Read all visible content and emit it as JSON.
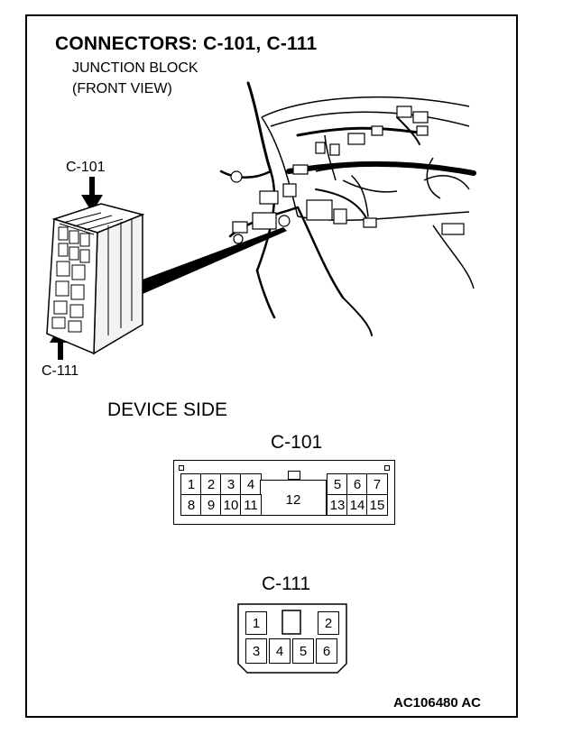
{
  "title": "CONNECTORS: C-101, C-111",
  "subtitle_line1": "JUNCTION BLOCK",
  "subtitle_line2": "(FRONT VIEW)",
  "labels": {
    "c101_arrow": "C-101",
    "c111_arrow": "C-111"
  },
  "device_side": "DEVICE SIDE",
  "connector_c101": {
    "name": "C-101",
    "pins_top": [
      "1",
      "2",
      "3",
      "4",
      "5",
      "6",
      "7"
    ],
    "pin_center": "12",
    "pins_bottom": [
      "8",
      "9",
      "10",
      "11",
      "13",
      "14",
      "15"
    ]
  },
  "connector_c111": {
    "name": "C-111",
    "pins_top": [
      "1",
      "2"
    ],
    "pins_bottom": [
      "3",
      "4",
      "5",
      "6"
    ]
  },
  "figure_id": "AC106480 AC"
}
